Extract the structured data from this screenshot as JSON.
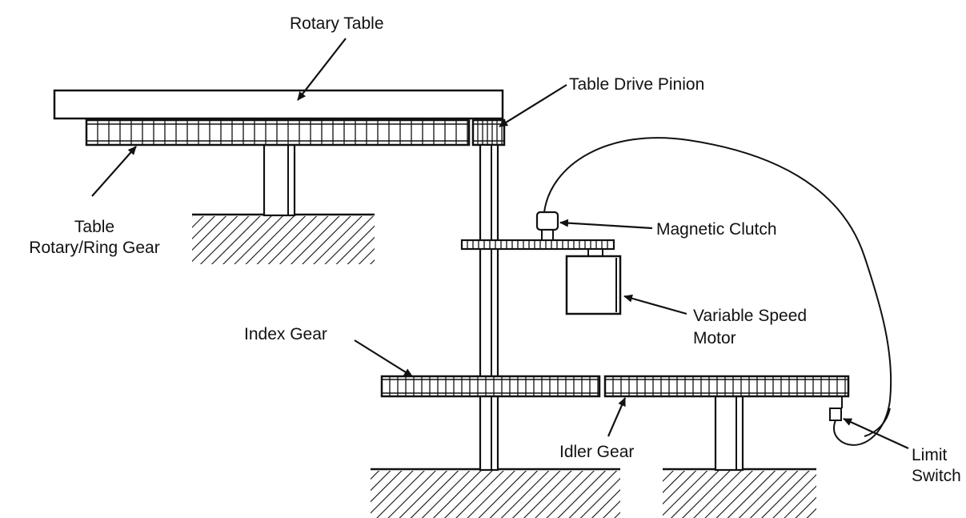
{
  "labels": {
    "rotary_table": "Rotary Table",
    "table_drive_pinion": "Table Drive Pinion",
    "table_ring_gear_line1": "Table",
    "table_ring_gear_line2": "Rotary/Ring Gear",
    "magnetic_clutch": "Magnetic Clutch",
    "variable_speed_motor_line1": "Variable Speed",
    "variable_speed_motor_line2": "Motor",
    "index_gear": "Index Gear",
    "idler_gear": "Idler Gear",
    "limit_switch_line1": "Limit",
    "limit_switch_line2": "Switch"
  },
  "colors": {
    "ink": "#111111",
    "background": "#ffffff"
  }
}
